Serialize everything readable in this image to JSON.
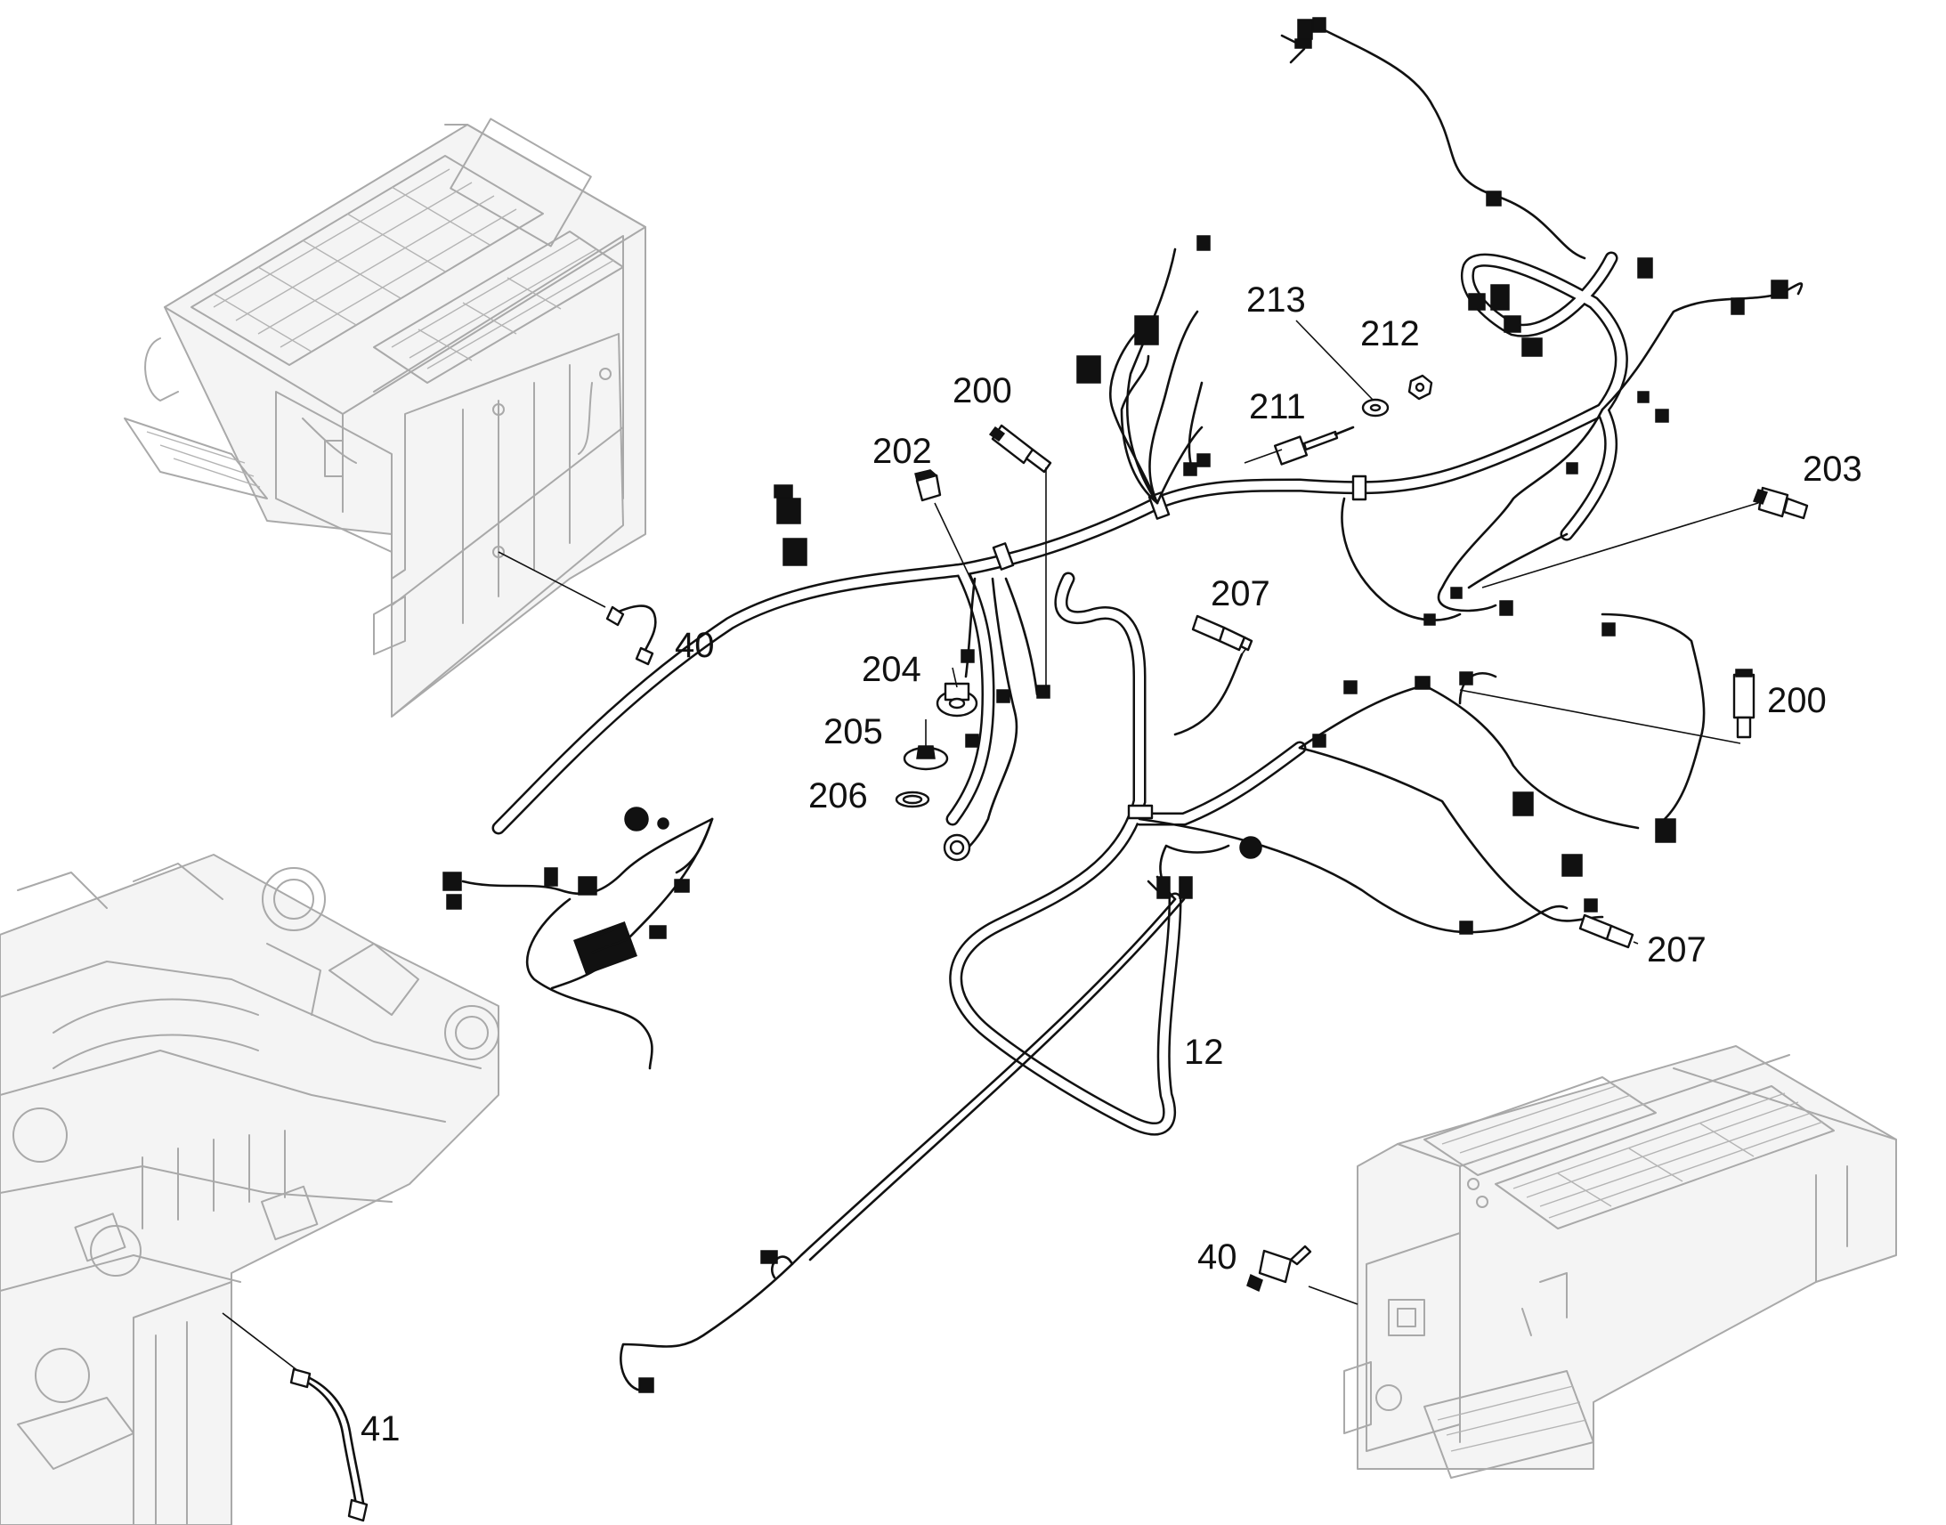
{
  "callouts": [
    {
      "id": "c-213",
      "label": "213"
    },
    {
      "id": "c-212",
      "label": "212"
    },
    {
      "id": "c-211",
      "label": "211"
    },
    {
      "id": "c-200-a",
      "label": "200"
    },
    {
      "id": "c-202",
      "label": "202"
    },
    {
      "id": "c-203",
      "label": "203"
    },
    {
      "id": "c-207-a",
      "label": "207"
    },
    {
      "id": "c-204",
      "label": "204"
    },
    {
      "id": "c-205",
      "label": "205"
    },
    {
      "id": "c-206",
      "label": "206"
    },
    {
      "id": "c-200-b",
      "label": "200"
    },
    {
      "id": "c-207-b",
      "label": "207"
    },
    {
      "id": "c-40-a",
      "label": "40"
    },
    {
      "id": "c-12",
      "label": "12"
    },
    {
      "id": "c-40-b",
      "label": "40"
    },
    {
      "id": "c-41",
      "label": "41"
    }
  ]
}
